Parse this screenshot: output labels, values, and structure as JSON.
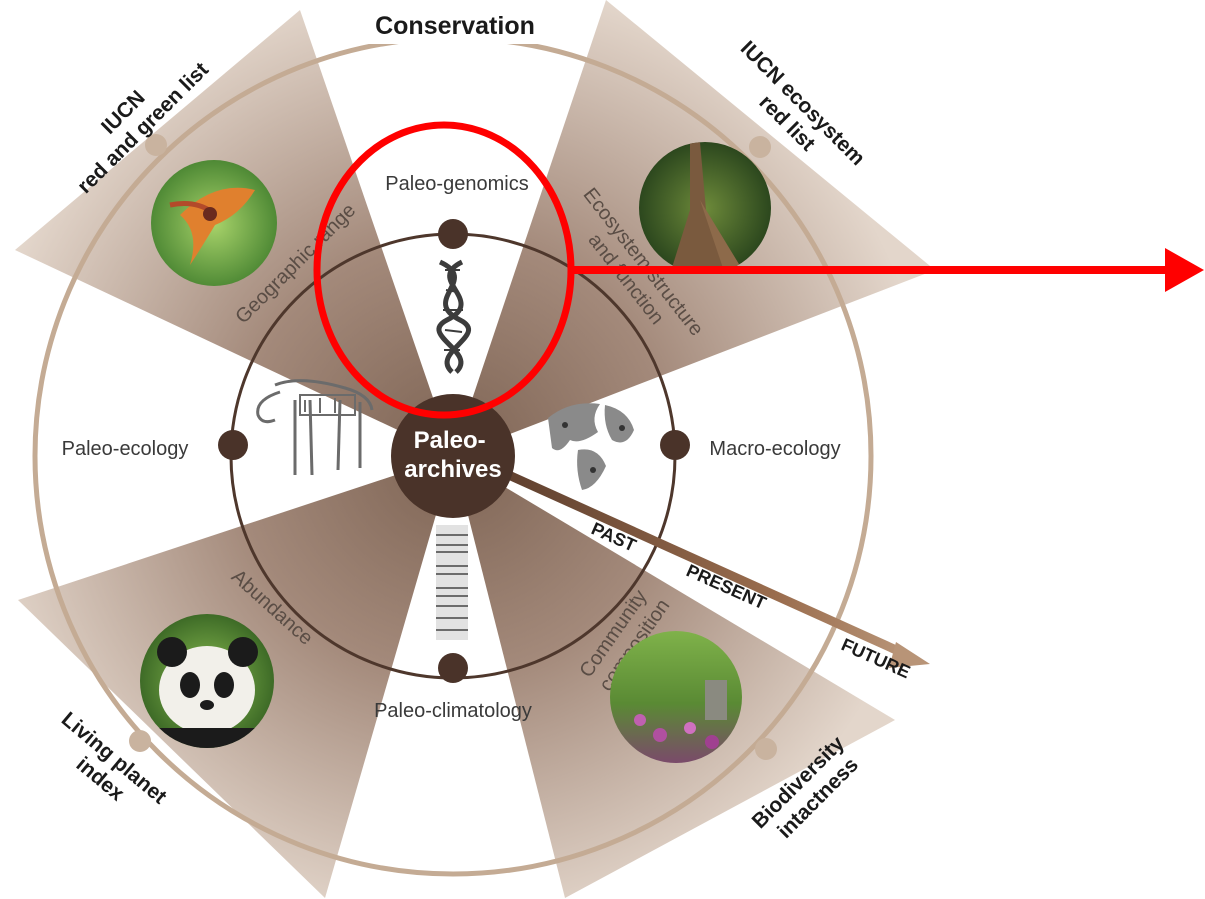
{
  "outer_ring": {
    "title": "Conservation",
    "indicators": [
      {
        "id": "iucn-red-green",
        "lines": [
          "IUCN",
          "red and green list"
        ]
      },
      {
        "id": "iucn-ecosystem",
        "lines": [
          "IUCN ecosystem",
          "red list"
        ]
      },
      {
        "id": "living-planet",
        "lines": [
          "Living planet",
          "index"
        ]
      },
      {
        "id": "biodiversity-intactness",
        "lines": [
          "Biodiversity",
          "intactness"
        ]
      }
    ]
  },
  "wedges": [
    {
      "id": "geographic-range",
      "lines": [
        "Geographic range"
      ],
      "photo": "bird-photo"
    },
    {
      "id": "ecosystem-structure",
      "lines": [
        "Ecosystem structure",
        "and function"
      ],
      "photo": "forest-photo"
    },
    {
      "id": "abundance",
      "lines": [
        "Abundance"
      ],
      "photo": "panda-photo"
    },
    {
      "id": "community-composition",
      "lines": [
        "Community",
        "composition"
      ],
      "photo": "meadow-photo"
    }
  ],
  "archives": [
    {
      "id": "paleo-genomics",
      "label": "Paleo-genomics",
      "icon": "dna-icon"
    },
    {
      "id": "macro-ecology",
      "label": "Macro-ecology",
      "icon": "globe-icon"
    },
    {
      "id": "paleo-climatology",
      "label": "Paleo-climatology",
      "icon": "ice-core-icon"
    },
    {
      "id": "paleo-ecology",
      "label": "Paleo-ecology",
      "icon": "mammoth-skeleton-icon"
    }
  ],
  "center": {
    "lines": [
      "Paleo-",
      "archives"
    ]
  },
  "time_axis": {
    "labels": [
      "PAST",
      "PRESENT",
      "FUTURE"
    ]
  },
  "colors": {
    "wedge": "#a08672",
    "ring": "#c4ab94",
    "hub": "#4a3329",
    "highlight": "#ff0000"
  },
  "annotation": {
    "shapes": [
      "red-ellipse-highlight",
      "red-arrow"
    ]
  }
}
